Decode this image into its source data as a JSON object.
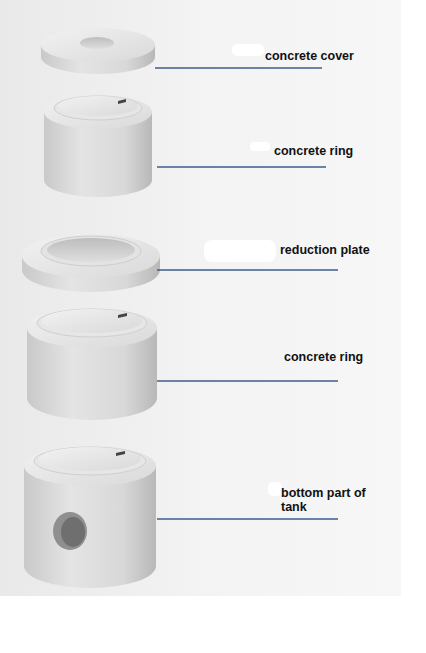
{
  "diagram": {
    "labels": [
      "concrete cover",
      "concrete ring",
      "reduction plate",
      "concrete ring",
      "bottom part of tank"
    ]
  }
}
